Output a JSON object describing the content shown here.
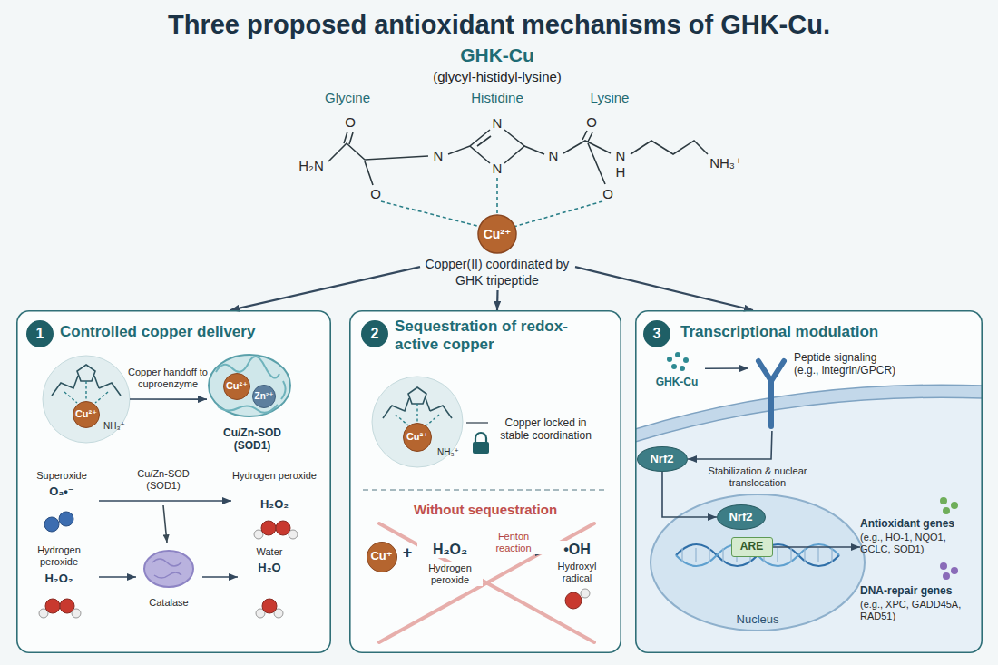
{
  "diagram": {
    "title": "Three proposed antioxidant mechanisms of GHK-Cu.",
    "nodes": [
      {
        "text": [
          "Copper(II) coordinated by GHK tripeptide"
        ]
      },
      {
        "text": [
          "Controlled copper delivery"
        ]
      },
      {
        "text": [
          "Sequestration of redox-active copper"
        ]
      },
      {
        "text": [
          "Transcriptional modulation"
        ]
      },
      {
        "text": [
          "Cu²⁺"
        ],
        "in": 1
      },
      {
        "text": [
          "Cu²⁺",
          "Zn²⁺",
          "Cu/Zn-SOD (SOD1)"
        ],
        "in": 1
      },
      {
        "text": [
          "Superoxide",
          "O₂•⁻"
        ],
        "in": 1
      },
      {
        "text": [
          "Hydrogen peroxide",
          "H₂O₂"
        ],
        "in": 1
      },
      {
        "text": [
          "Hydrogen peroxide",
          "H₂O₂"
        ],
        "in": 1
      },
      {
        "text": [
          "Catalase"
        ],
        "in": 1
      },
      {
        "text": [
          "Water",
          "H₂O"
        ],
        "in": 1
      },
      {
        "text": [
          "Cu²⁺"
        ],
        "in": 2
      },
      {
        "text": [
          "Cu⁺"
        ],
        "in": 2
      },
      {
        "text": [
          "H₂O₂",
          "Hydrogen peroxide"
        ],
        "in": 2
      },
      {
        "text": [
          "•OH",
          "Hydroxyl radical"
        ],
        "in": 2
      },
      {
        "text": [
          "GHK-Cu"
        ],
        "in": 3
      },
      {
        "text": [
          "Peptide signaling (e.g., integrin/GPCR)"
        ],
        "in": 3
      },
      {
        "text": [
          "Nrf2"
        ],
        "in": 3
      },
      {
        "text": [
          "Nucleus"
        ],
        "in": 3
      },
      {
        "text": [
          "Nrf2"
        ],
        "in": 18
      },
      {
        "text": [
          "ARE"
        ],
        "in": 18
      },
      {
        "text": [
          "Antioxidant genes",
          "(e.g., HO-1, NQO1, GCLC, SOD1)"
        ],
        "in": 3
      },
      {
        "text": [
          "DNA-repair genes",
          "(e.g., XPC, GADD45A, RAD51)"
        ],
        "in": 3
      }
    ],
    "edges": [
      {
        "from": 0,
        "to": 1,
        "arrow": "to"
      },
      {
        "from": 0,
        "to": 2,
        "arrow": "to"
      },
      {
        "from": 0,
        "to": 3,
        "arrow": "to"
      },
      {
        "from": 4,
        "to": 5,
        "label": "Copper handoff to cuproenzyme",
        "arrow": "to"
      },
      {
        "from": 6,
        "to": 7,
        "label": "Cu/Zn-SOD (SOD1)",
        "arrow": "to"
      },
      {
        "from": 8,
        "to": 9,
        "arrow": "to"
      },
      {
        "from": 9,
        "to": 10,
        "arrow": "to"
      },
      {
        "from": 13,
        "to": 14,
        "label": "Fenton reaction",
        "arrow": "to"
      },
      {
        "from": 15,
        "to": 16,
        "arrow": "to"
      },
      {
        "from": 16,
        "to": 17,
        "arrow": "to"
      },
      {
        "from": 17,
        "to": 19,
        "label": "Stabilization & nuclear translocation",
        "arrow": "to"
      },
      {
        "from": 20,
        "to": 21,
        "arrow": "to"
      }
    ],
    "labels": [
      "GHK-Cu",
      "(glycyl-histidyl-lysine)",
      "Glycine",
      "Histidine",
      "Lysine",
      "O",
      "H₂N",
      "N",
      "N",
      "N",
      "N",
      "O",
      "N",
      "H",
      "NH₃⁺",
      "O",
      "O",
      "Cu²⁺",
      "1",
      "NH₃⁺",
      "2",
      "NH₃⁺",
      "Copper locked in stable coordination",
      "Without sequestration",
      "+",
      "3"
    ]
  }
}
